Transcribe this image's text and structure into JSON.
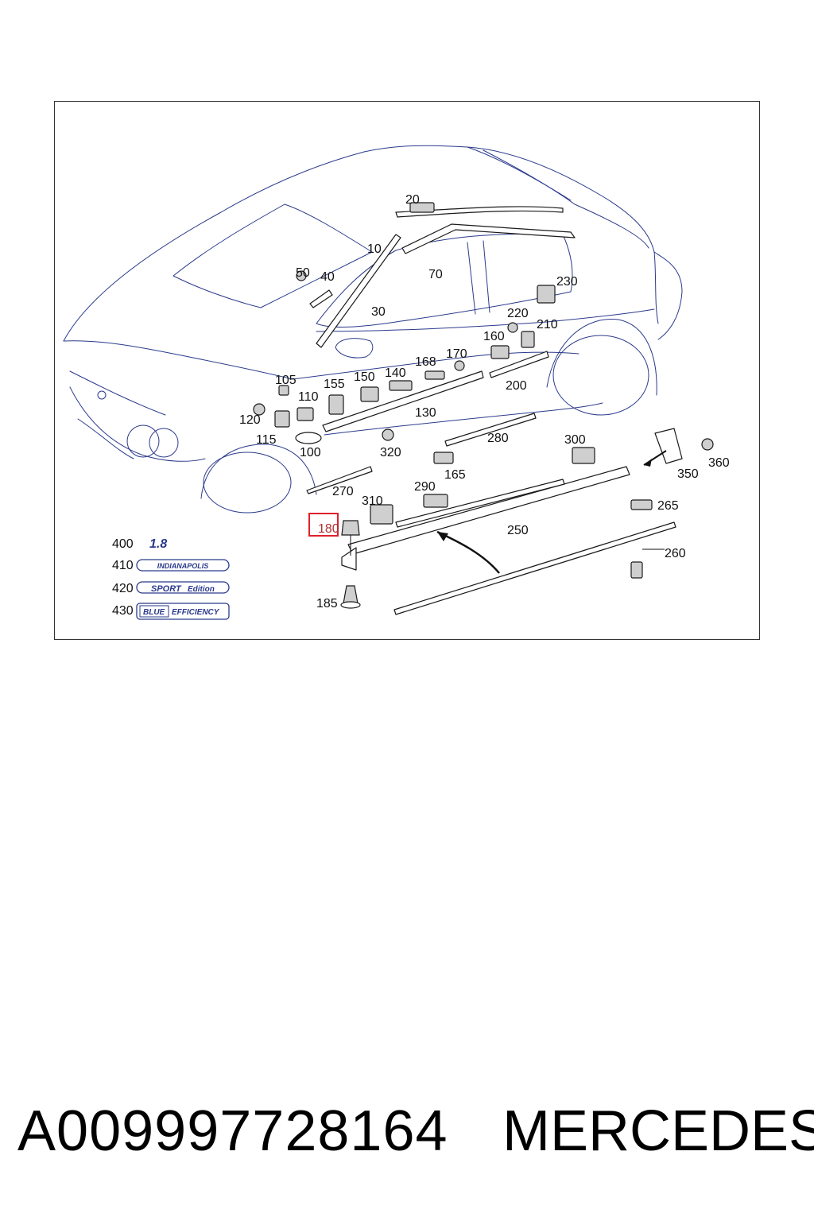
{
  "diagram": {
    "highlighted_part": "180",
    "callouts": [
      "10",
      "20",
      "30",
      "40",
      "50",
      "70",
      "100",
      "105",
      "110",
      "115",
      "120",
      "130",
      "140",
      "150",
      "155",
      "160",
      "165",
      "168",
      "170",
      "180",
      "185",
      "200",
      "210",
      "220",
      "230",
      "250",
      "260",
      "265",
      "270",
      "280",
      "290",
      "300",
      "310",
      "320",
      "350",
      "360",
      "400",
      "410",
      "420",
      "430"
    ],
    "badges": {
      "b400": "1.8",
      "b410": "INDIANAPOLIS",
      "b420_a": "SPORT",
      "b420_b": "Edition",
      "b430_a": "BLUE",
      "b430_b": "EFFICIENCY"
    },
    "colors": {
      "line_art": "#2b3a8c",
      "highlight": "#e0202b"
    }
  },
  "footer": {
    "part_number": "A009997728164",
    "brand": "MERCEDES"
  }
}
